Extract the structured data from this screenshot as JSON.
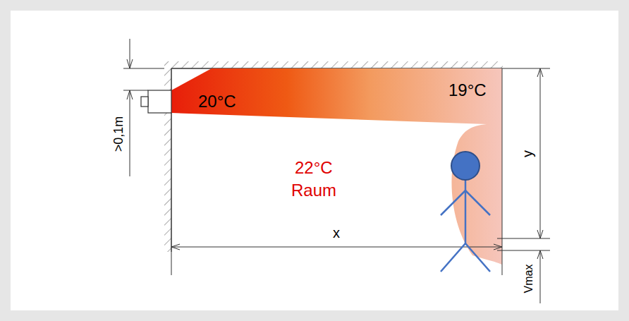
{
  "diagram": {
    "labels": [
      "20°C",
      "19°C",
      "22°C",
      "Raum",
      "x",
      "y",
      ">0,1m",
      "Vmax"
    ]
  }
}
